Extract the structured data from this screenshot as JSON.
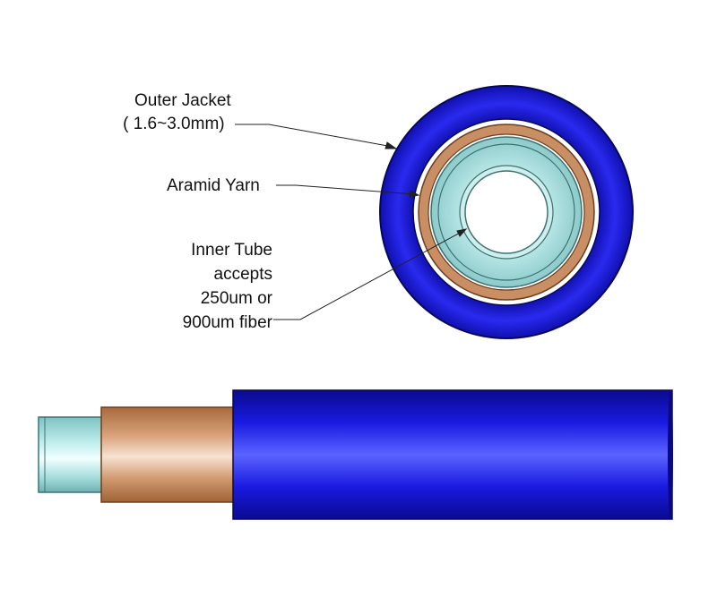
{
  "labels": {
    "outer_jacket": {
      "line1": "Outer Jacket",
      "line2": "( 1.6~3.0mm)"
    },
    "aramid_yarn": {
      "line1": "Aramid Yarn"
    },
    "inner_tube": {
      "line1": "Inner Tube",
      "line2": "accepts",
      "line3": "250um or",
      "line4": "900um fiber"
    }
  },
  "colors": {
    "jacket": "#1a1ae6",
    "jacket_dark": "#0a0a8c",
    "jacket_highlight": "#4a5aff",
    "aramid": "#c98e63",
    "aramid_light": "#f3d9c3",
    "inner_tube": "#a8dcdc",
    "inner_tube_light": "#e6fbfb",
    "leader_line": "#222222"
  }
}
